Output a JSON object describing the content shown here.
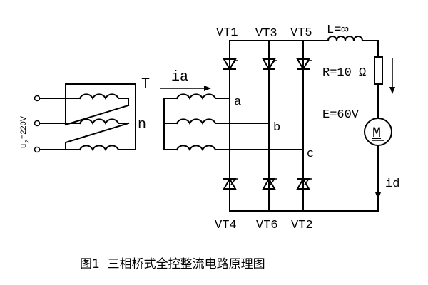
{
  "thyristors": {
    "vt1": "VT1",
    "vt3": "VT3",
    "vt5": "VT5",
    "vt4": "VT4",
    "vt6": "VT6",
    "vt2": "VT2"
  },
  "nodes": {
    "a": "a",
    "b": "b",
    "c": "c",
    "n": "n"
  },
  "transformer": {
    "label": "T",
    "current": "ia"
  },
  "source": {
    "symbol": "u",
    "subscript": "2",
    "value": "=220V"
  },
  "load": {
    "inductor": "L=∞",
    "resistor": "R=10 Ω",
    "emf": "E=60V",
    "motor": "M",
    "current": "id"
  },
  "caption": "图1  三相桥式全控整流电路原理图"
}
